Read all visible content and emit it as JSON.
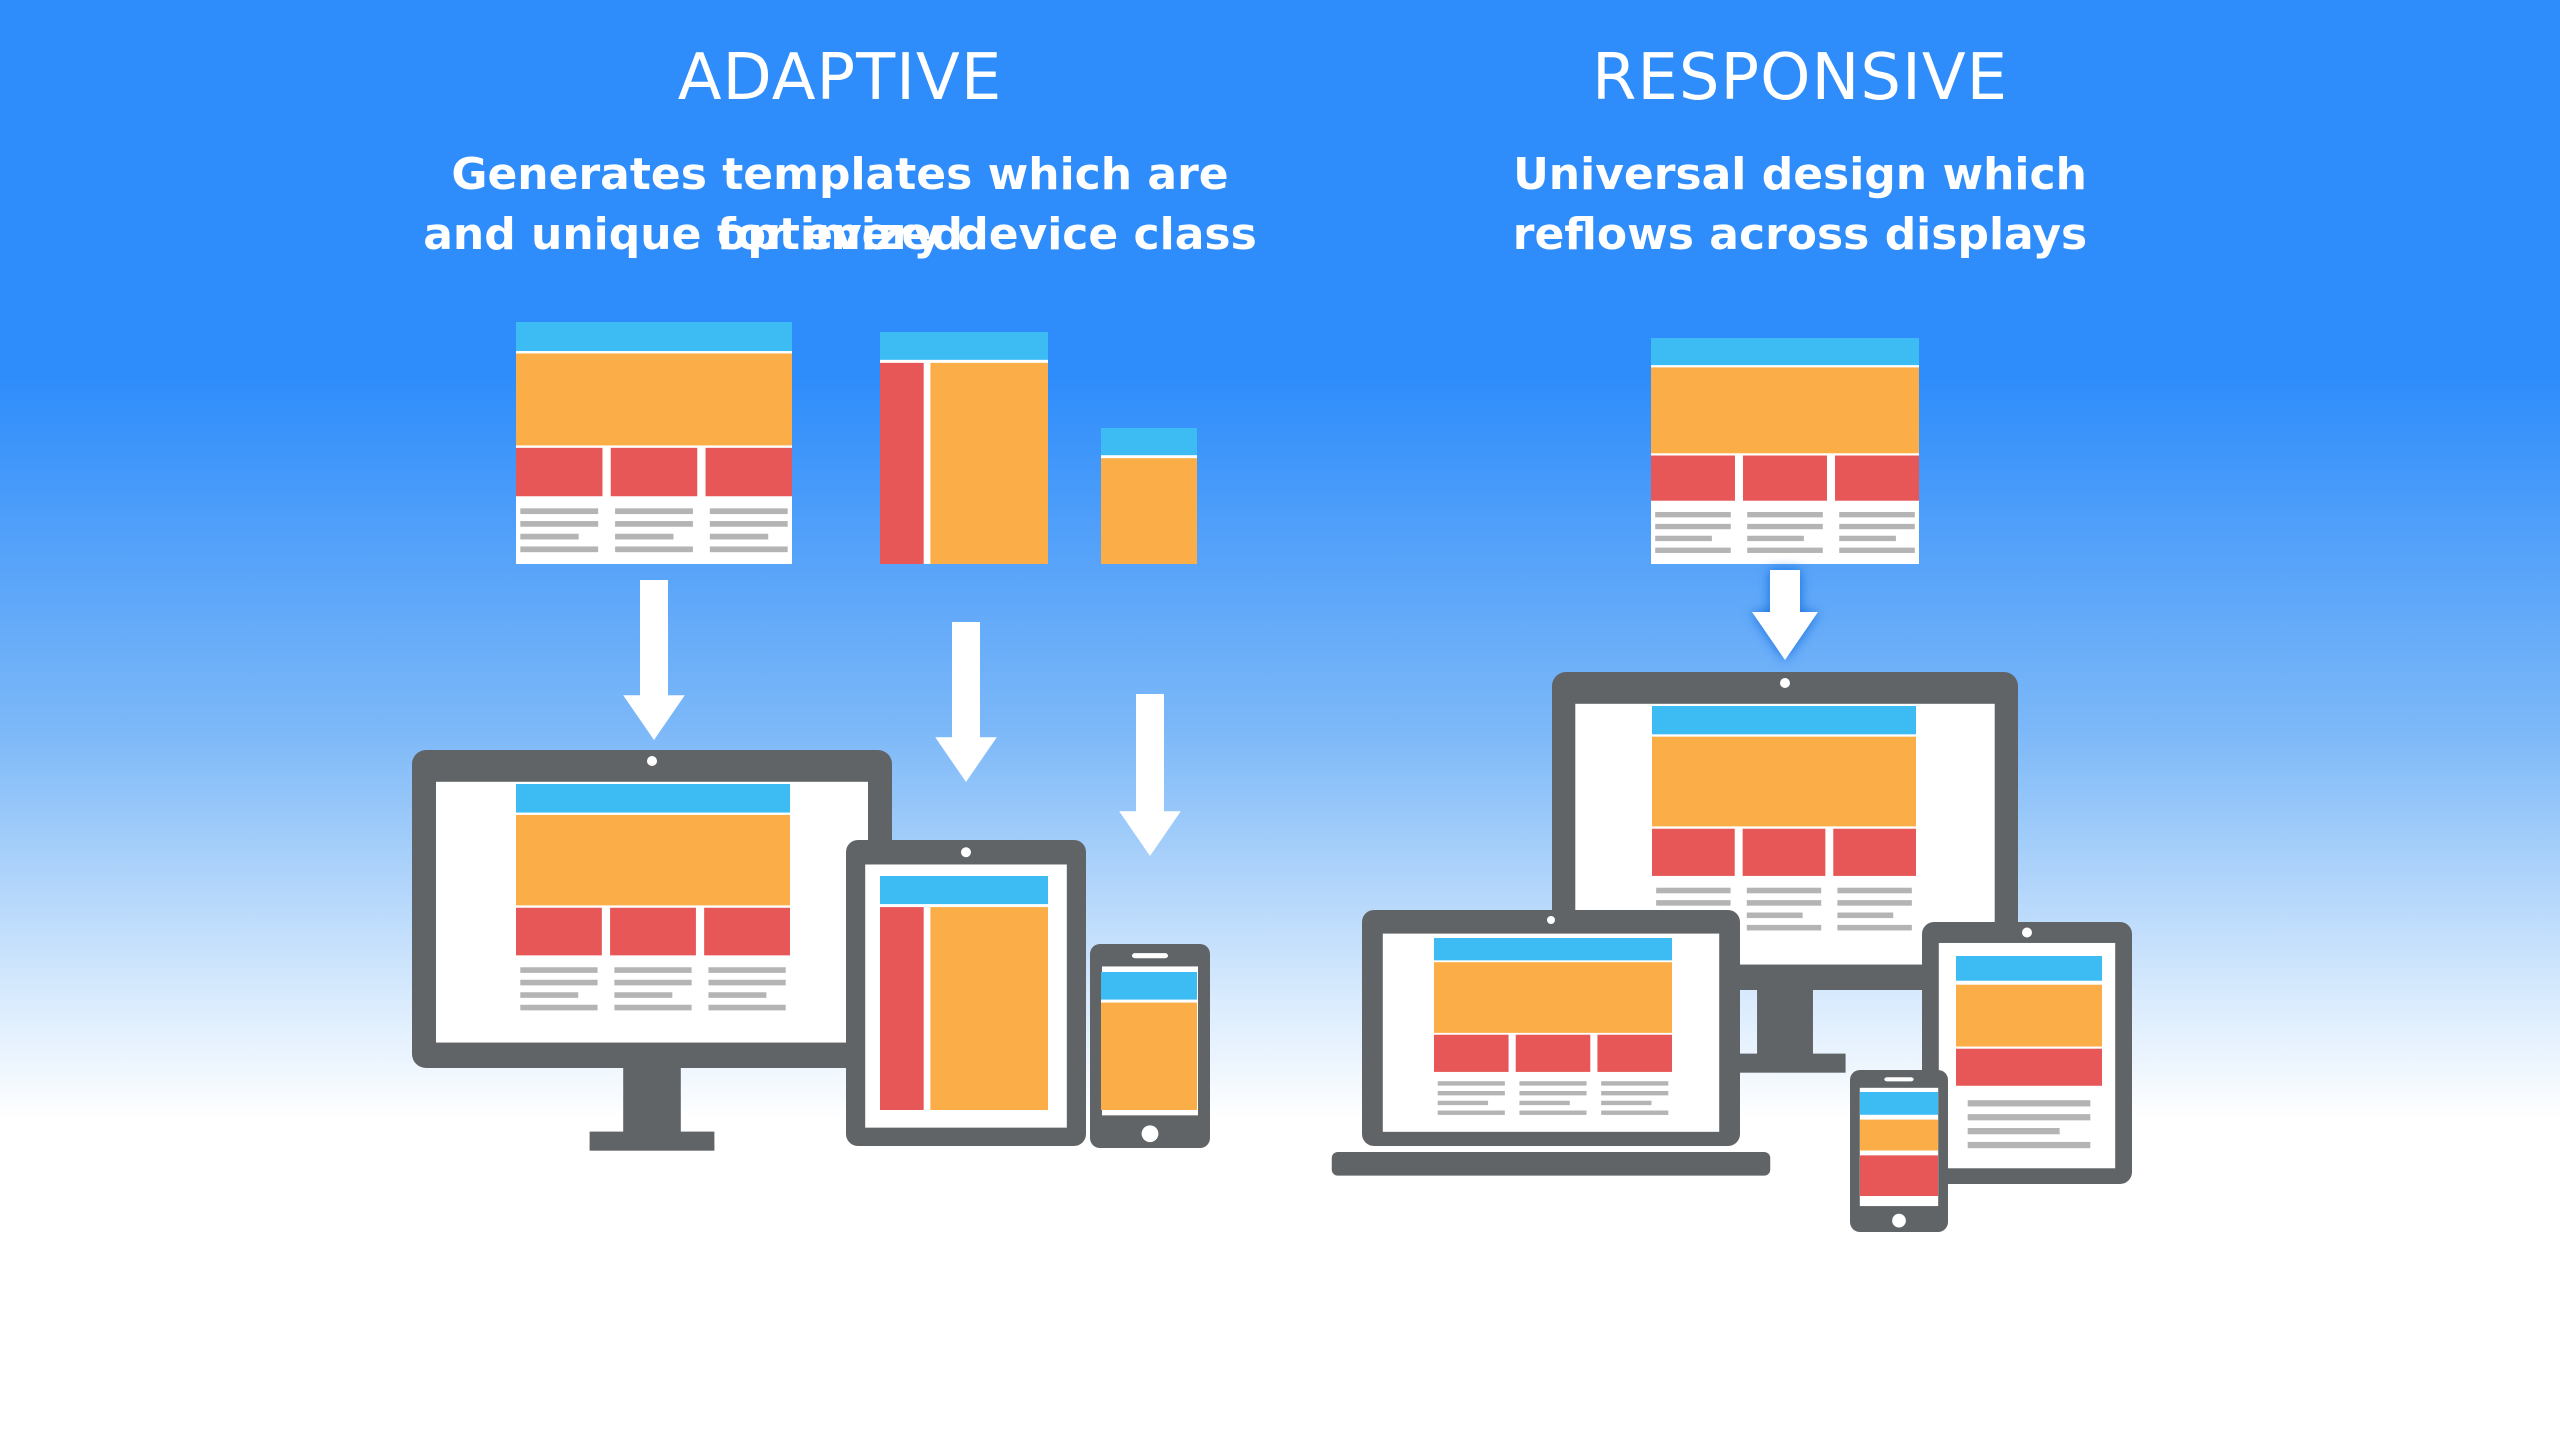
{
  "adaptive": {
    "title": "ADAPTIVE",
    "description_line1": "Generates templates which are optimized",
    "description_line2": "and unique for every device class"
  },
  "responsive": {
    "title": "RESPONSIVE",
    "description_line1": "Universal design which",
    "description_line2": "reflows across displays"
  },
  "colors": {
    "background_top": "#2f8dfb",
    "background_bottom": "#ffffff",
    "header_bar": "#3dbcf3",
    "hero_block": "#fbad47",
    "content_block": "#e85757",
    "text_lines": "#b4b4b4",
    "device_frame": "#616466",
    "arrow": "#ffffff"
  },
  "icons": [
    "desktop-template-icon",
    "tablet-template-icon",
    "phone-template-icon",
    "down-arrow-icon",
    "monitor-icon",
    "tablet-icon",
    "phone-icon",
    "laptop-icon"
  ]
}
